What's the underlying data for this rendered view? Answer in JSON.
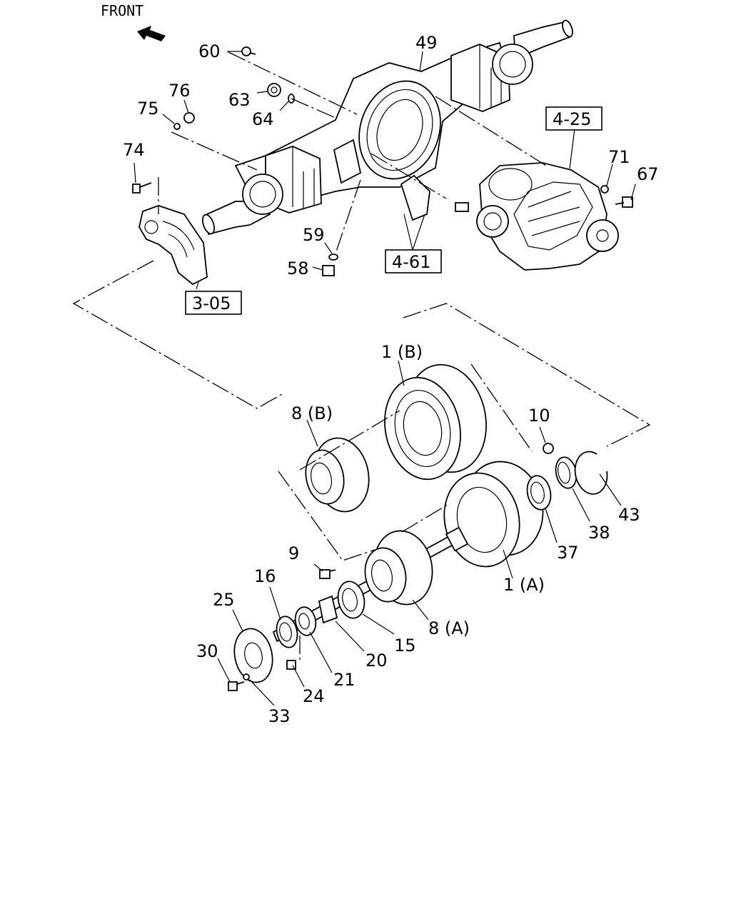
{
  "header": {
    "front_label": "FRONT",
    "front_icon": "front-arrow-icon"
  },
  "callouts": {
    "c60": "60",
    "c49": "49",
    "c76": "76",
    "c75": "75",
    "c63": "63",
    "c64": "64",
    "c74": "74",
    "c71": "71",
    "c67": "67",
    "c59": "59",
    "c58": "58",
    "c1b": "1 (B)",
    "c8b": "8 (B)",
    "c10": "10",
    "c43": "43",
    "c38": "38",
    "c37": "37",
    "c9": "9",
    "c16": "16",
    "c25": "25",
    "c1a": "1 (A)",
    "c8a": "8 (A)",
    "c15": "15",
    "c20": "20",
    "c30": "30",
    "c21": "21",
    "c24": "24",
    "c33": "33"
  },
  "references": {
    "r425": "4-25",
    "r461": "4-61",
    "r305": "3-05"
  },
  "colors": {
    "ink": "#000000",
    "paper": "#ffffff"
  }
}
